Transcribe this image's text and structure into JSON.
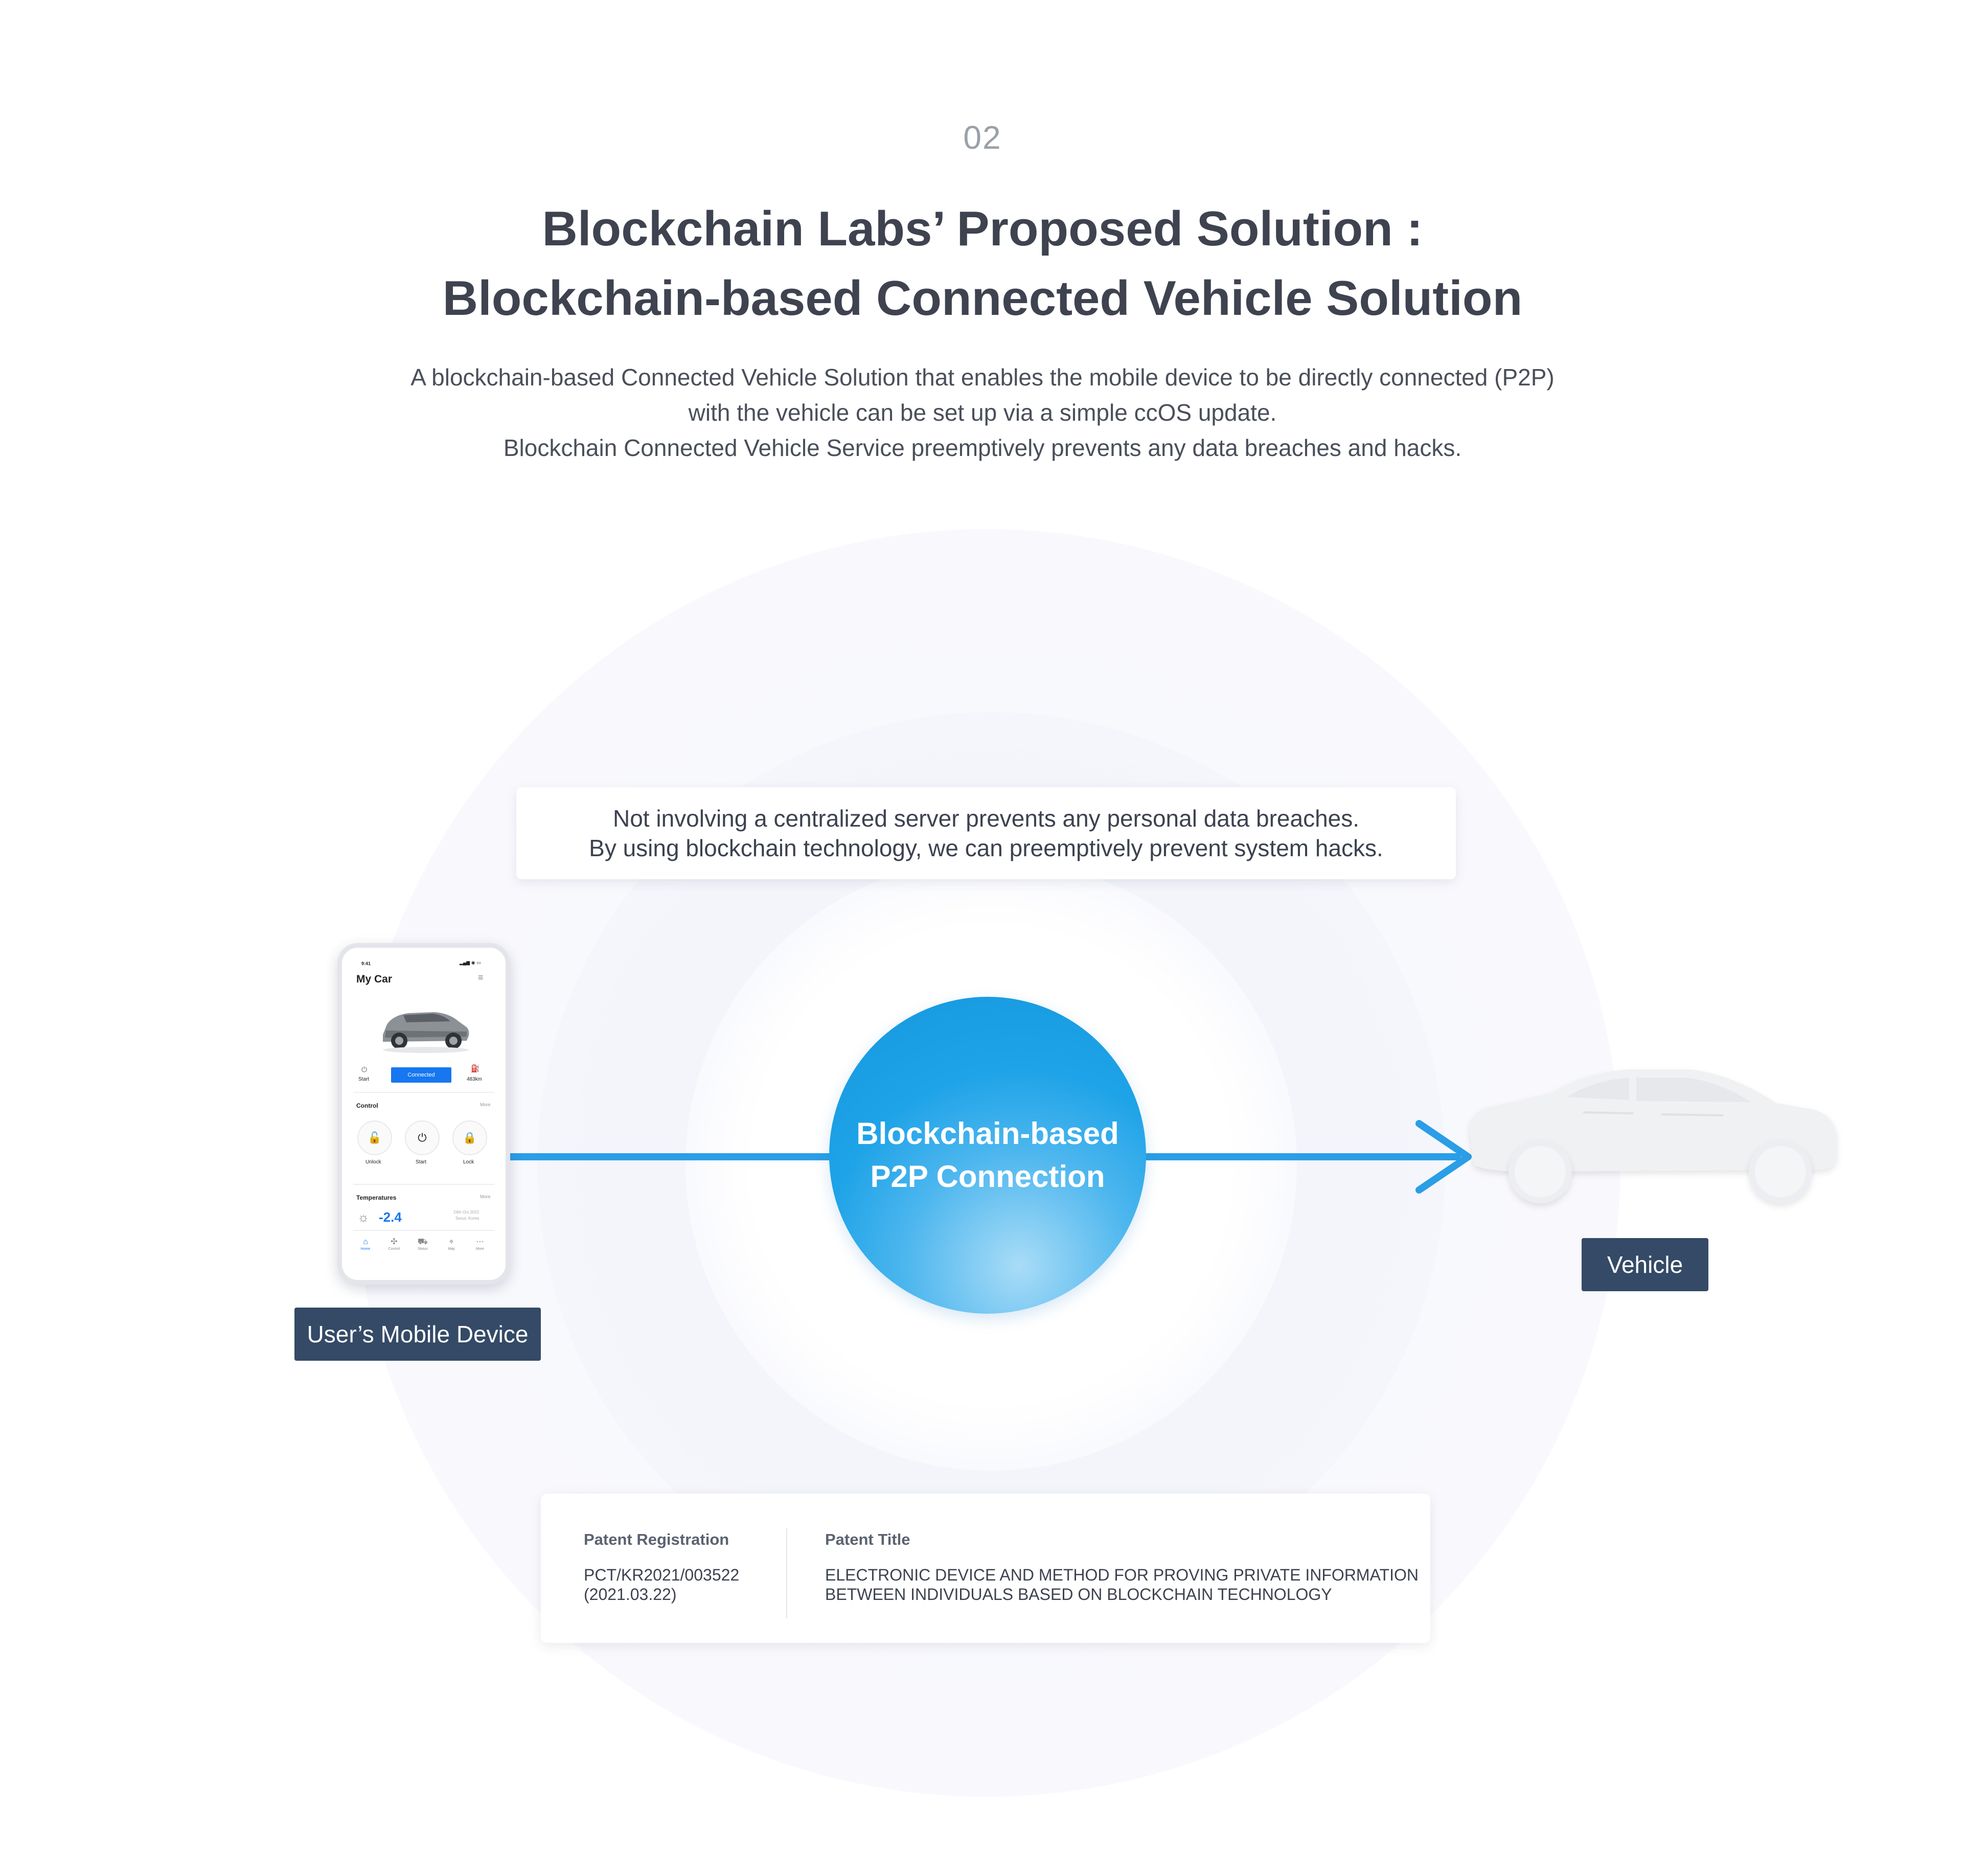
{
  "header": {
    "section_number": "02",
    "title_line1": "Blockchain Labs’ Proposed Solution :",
    "title_line2": "Blockchain-based Connected Vehicle Solution",
    "description_line1": "A blockchain-based Connected Vehicle Solution that enables the mobile device to be directly connected (P2P)",
    "description_line2": "with the vehicle can be set up via a simple ccOS update.",
    "description_line3": "Blockchain Connected Vehicle Service preemptively prevents any data breaches and hacks."
  },
  "diagram": {
    "note_line1": "Not involving a centralized server prevents any personal data breaches.",
    "note_line2": "By using blockchain technology, we can preemptively prevent system hacks.",
    "center_line1": "Blockchain-based",
    "center_line2": "P2P Connection",
    "mobile_label": "User’s Mobile Device",
    "vehicle_label": "Vehicle",
    "accent_color": "#2a9ee6",
    "label_color": "#344a66"
  },
  "phone": {
    "time": "9:41",
    "title": "My Car",
    "start": "Start",
    "connected": "Connected",
    "distance": "483km",
    "control": "Control",
    "more": "More",
    "unlock": "Unlock",
    "start_button": "Start",
    "lock": "Lock",
    "temperatures": "Temperatures",
    "temperature": "-2.4",
    "date_line1": "24th Oct 2022",
    "date_line2": "Seoul, Korea",
    "nav_home": "Home",
    "nav_control": "Control",
    "nav_status": "Status",
    "nav_map": "Map",
    "nav_more": "More",
    "accent_color": "#1677f0"
  },
  "patent": {
    "registration_label": "Patent Registration",
    "registration_number": "PCT/KR2021/003522",
    "registration_date": "(2021.03.22)",
    "title_label": "Patent Title",
    "title_line1": "ELECTRONIC DEVICE AND METHOD FOR PROVING PRIVATE INFORMATION",
    "title_line2": "BETWEEN INDIVIDUALS BASED ON BLOCKCHAIN TECHNOLOGY"
  }
}
